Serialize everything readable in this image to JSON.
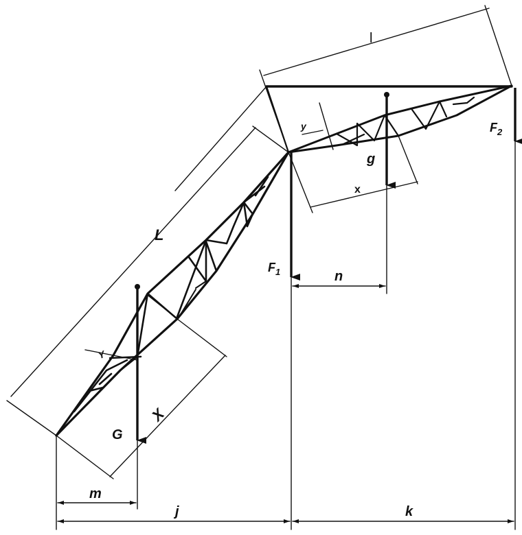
{
  "labels": {
    "L": "L",
    "l": "l",
    "G": "G",
    "g": "g",
    "F1_main": "F",
    "F1_sub": "1",
    "F2_main": "F",
    "F2_sub": "2",
    "X": "X",
    "x": "x",
    "Y": "Y",
    "y": "y",
    "m": "m",
    "n": "n",
    "j": "j",
    "k": "k"
  },
  "colors": {
    "ink": "#111111",
    "paper": "#ffffff"
  }
}
